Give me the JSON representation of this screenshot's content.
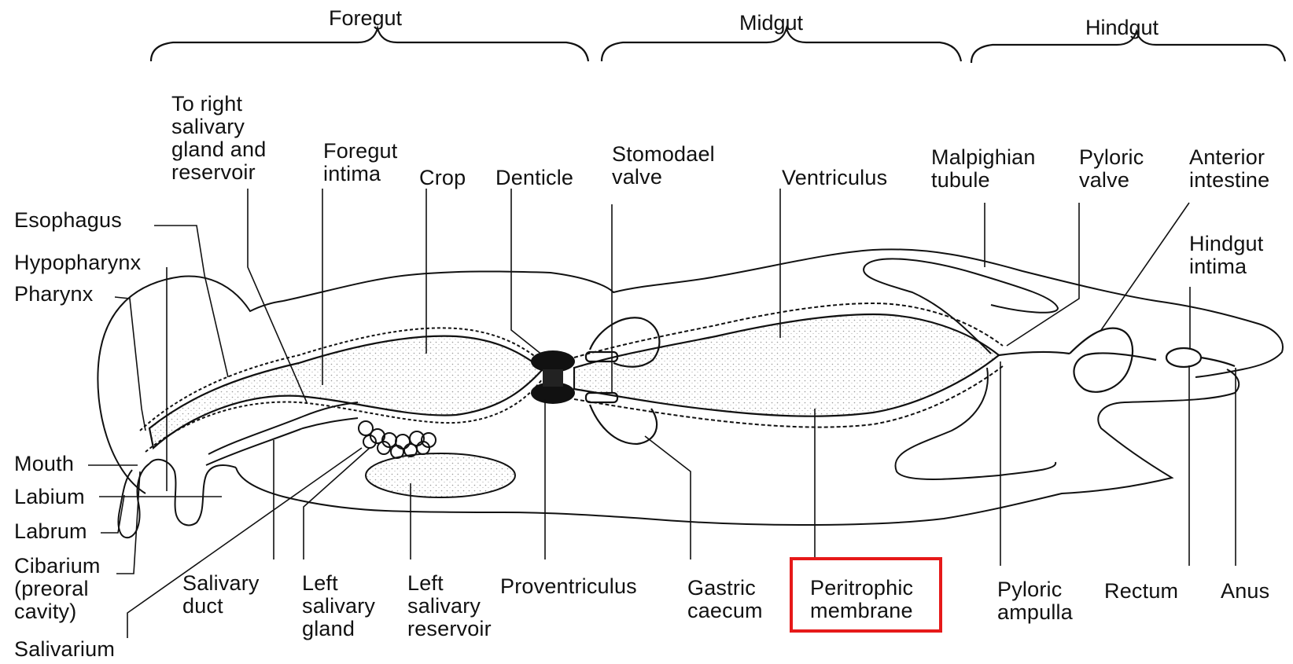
{
  "regions": {
    "foregut": "Foregut",
    "midgut": "Midgut",
    "hindgut": "Hindgut"
  },
  "labels": {
    "to_right_salivary": "To right\nsalivary\ngland and\nreservoir",
    "foregut_intima": "Foregut\nintima",
    "crop": "Crop",
    "denticle": "Denticle",
    "stomodael_valve": "Stomodael\nvalve",
    "ventriculus": "Ventriculus",
    "malpighian_tubule": "Malpighian\ntubule",
    "pyloric_valve": "Pyloric\nvalve",
    "anterior_intestine": "Anterior\nintestine",
    "hindgut_intima": "Hindgut\nintima",
    "esophagus": "Esophagus",
    "hypopharynx": "Hypopharynx",
    "pharynx": "Pharynx",
    "mouth": "Mouth",
    "labium": "Labium",
    "labrum": "Labrum",
    "cibarium": "Cibarium\n(preoral\ncavity)",
    "salivarium": "Salivarium",
    "salivary_duct": "Salivary\nduct",
    "left_salivary_gland": "Left\nsalivary\ngland",
    "left_salivary_reservoir": "Left\nsalivary\nreservoir",
    "proventriculus": "Proventriculus",
    "gastric_caecum": "Gastric\ncaecum",
    "peritrophic_membrane": "Peritrophic\nmembrane",
    "pyloric_ampulla": "Pyloric\nampulla",
    "rectum": "Rectum",
    "anus": "Anus"
  },
  "highlight": {
    "target": "peritrophic_membrane",
    "color": "#e61919"
  },
  "colors": {
    "ink": "#111111",
    "stipple": "#bdbdbd",
    "background": "#ffffff"
  }
}
